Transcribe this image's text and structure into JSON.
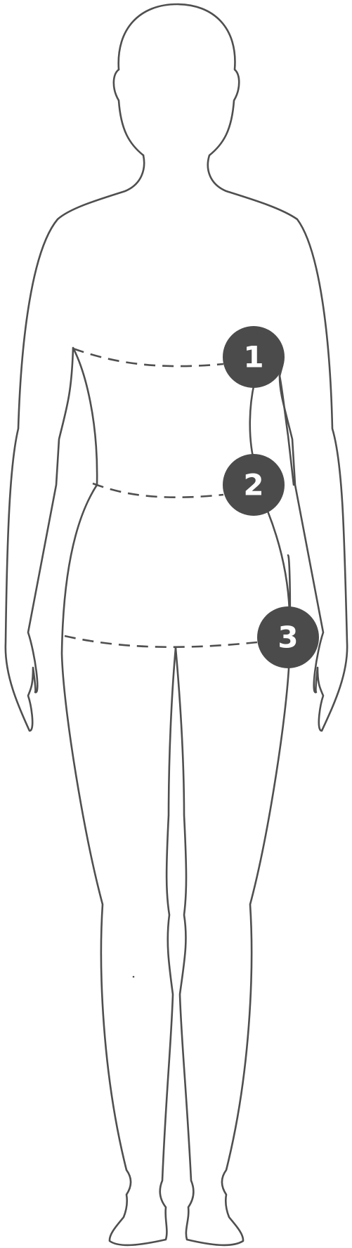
{
  "figure": {
    "outline_color": "#4f4f4f",
    "marker_color": "#4b4b4b",
    "marker_text_color": "#ffffff"
  },
  "markers": [
    {
      "label": "1",
      "measurement": "bust"
    },
    {
      "label": "2",
      "measurement": "waist"
    },
    {
      "label": "3",
      "measurement": "hips"
    }
  ]
}
